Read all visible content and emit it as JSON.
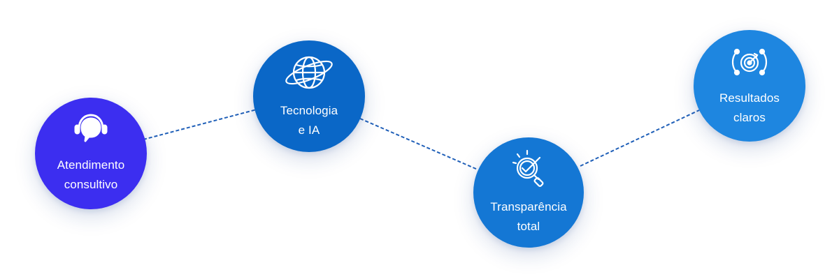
{
  "colors": {
    "node1": "#3c2ef0",
    "node2": "#0a67c7",
    "node3": "#1477d4",
    "node4": "#1e86e0",
    "connector": "#1f5fb8"
  },
  "nodes": [
    {
      "icon": "headset-chat-icon",
      "line1": "Atendimento",
      "line2": "consultivo"
    },
    {
      "icon": "globe-icon",
      "line1": "Tecnologia",
      "line2": "e IA"
    },
    {
      "icon": "magnifier-check-icon",
      "line1": "Transparência",
      "line2": "total"
    },
    {
      "icon": "target-icon",
      "line1": "Resultados",
      "line2": "claros"
    }
  ]
}
